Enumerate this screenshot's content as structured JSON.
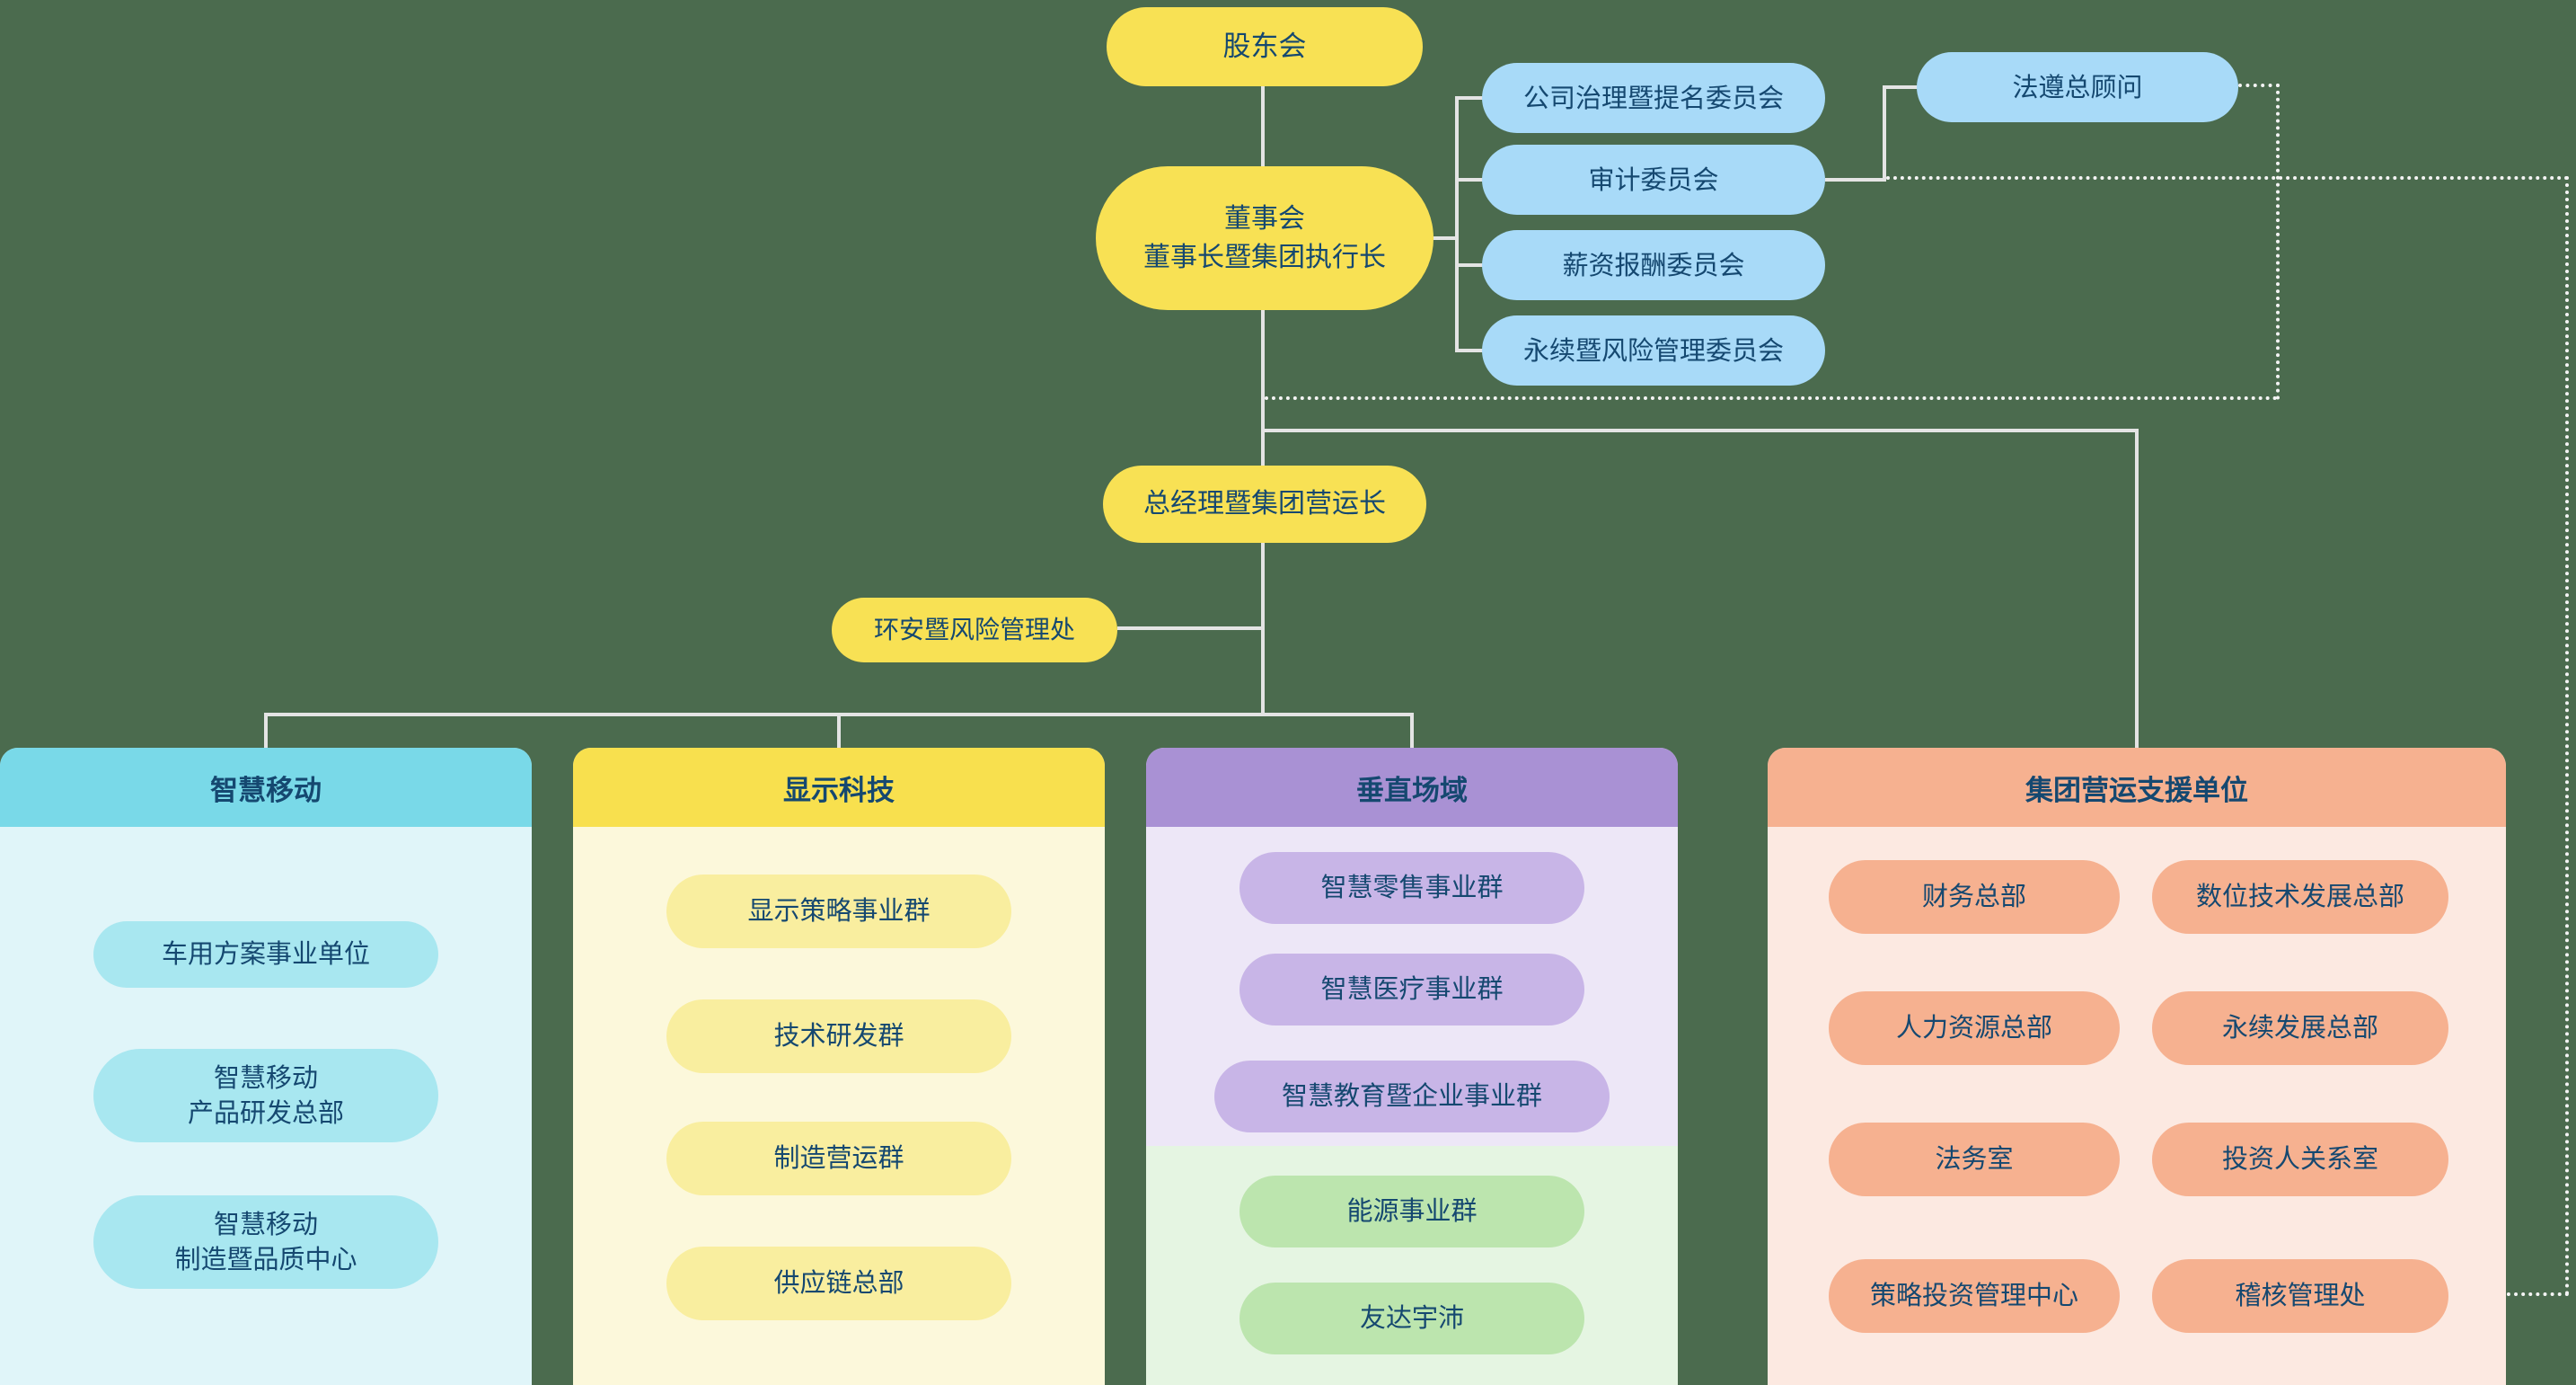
{
  "colors": {
    "background": "#4B6B4E",
    "yellow_node": "#F8E154",
    "blue_node": "#A8DAF8",
    "text_navy": "#154870",
    "connector_solid": "#E4E4E4",
    "connector_dotted": "#F4F4F4",
    "mobility_header": "#79D9E8",
    "mobility_body": "#E0F5F9",
    "mobility_pill": "#A8E7F0",
    "display_header": "#F8E04E",
    "display_body": "#FCF8DB",
    "display_pill": "#F9EE9F",
    "vertical_header": "#A991D4",
    "vertical_body": "#EDE7F7",
    "vertical_pill": "#C8B5E7",
    "energy_body": "#E5F5E2",
    "energy_pill": "#BCE5AE",
    "support_header": "#F6B190",
    "support_body": "#FCE9E1",
    "support_pill": "#F6B190"
  },
  "nodes": {
    "shareholders": "股东会",
    "board_line1": "董事会",
    "board_line2": "董事长暨集团执行长",
    "committee_governance": "公司治理暨提名委员会",
    "committee_audit": "审计委员会",
    "committee_compensation": "薪资报酬委员会",
    "committee_sustainability": "永续暨风险管理委员会",
    "compliance": "法遵总顾问",
    "president": "总经理暨集团营运长",
    "ehs": "环安暨风险管理处"
  },
  "cards": {
    "mobility": {
      "title": "智慧移动",
      "item1": "车用方案事业单位",
      "item2_line1": "智慧移动",
      "item2_line2": "产品研发总部",
      "item3_line1": "智慧移动",
      "item3_line2": "制造暨品质中心"
    },
    "display": {
      "title": "显示科技",
      "item1": "显示策略事业群",
      "item2": "技术研发群",
      "item3": "制造营运群",
      "item4": "供应链总部"
    },
    "vertical": {
      "title": "垂直场域",
      "item1": "智慧零售事业群",
      "item2": "智慧医疗事业群",
      "item3": "智慧教育暨企业事业群",
      "energy1": "能源事业群",
      "energy2": "友达宇沛"
    },
    "support": {
      "title": "集团营运支援单位",
      "row1_left": "财务总部",
      "row1_right": "数位技术发展总部",
      "row2_left": "人力资源总部",
      "row2_right": "永续发展总部",
      "row3_left": "法务室",
      "row3_right": "投资人关系室",
      "row4_left": "策略投资管理中心",
      "row4_right": "稽核管理处"
    }
  }
}
